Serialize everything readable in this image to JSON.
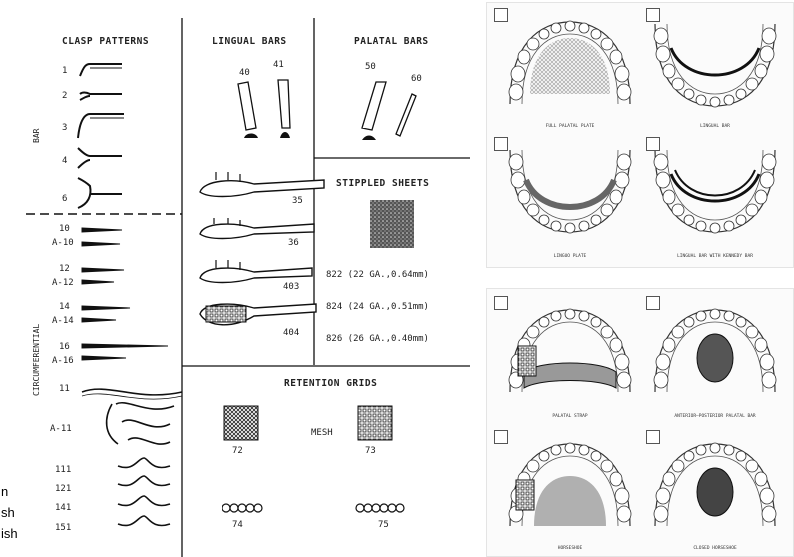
{
  "text_fragment": [
    "n",
    "sh",
    "ish"
  ],
  "catalog": {
    "headers": {
      "clasp": "CLASP PATTERNS",
      "lingual": "LINGUAL BARS",
      "palatal": "PALATAL BARS",
      "stippled": "STIPPLED SHEETS",
      "retention": "RETENTION GRIDS"
    },
    "side_labels": {
      "bar": "BAR",
      "circ": "CIRCUMFERENTIAL"
    },
    "bar_clasps": [
      "1",
      "2",
      "3",
      "4",
      "6"
    ],
    "circ_clasps": [
      "10",
      "A-10",
      "12",
      "A-12",
      "14",
      "A-14",
      "16",
      "A-16",
      "11",
      "A-11",
      "111",
      "121",
      "141",
      "151"
    ],
    "lingual_numbers": [
      "40",
      "41"
    ],
    "palatal_numbers": [
      "50",
      "60"
    ],
    "lingual_connectors": [
      "35",
      "36",
      "403",
      "404"
    ],
    "stippled_sizes": [
      "822 (22 GA.,0.64mm)",
      "824 (24 GA.,0.51mm)",
      "826 (26 GA.,0.40mm)"
    ],
    "mesh_label": "MESH",
    "grids": [
      "72",
      "73",
      "74",
      "75"
    ]
  },
  "designs": [
    {
      "caption": "FULL PALATAL PLATE"
    },
    {
      "caption": "LINGUAL BAR"
    },
    {
      "caption": "LINGUO PLATE"
    },
    {
      "caption": "LINGUAL BAR WITH KENNEDY BAR"
    },
    {
      "caption": "PALATAL STRAP"
    },
    {
      "caption": "ANTERIOR—POSTERIOR PALATAL BAR"
    },
    {
      "caption": "HORSESHOE"
    },
    {
      "caption": "CLOSED HORSESHOE"
    }
  ]
}
